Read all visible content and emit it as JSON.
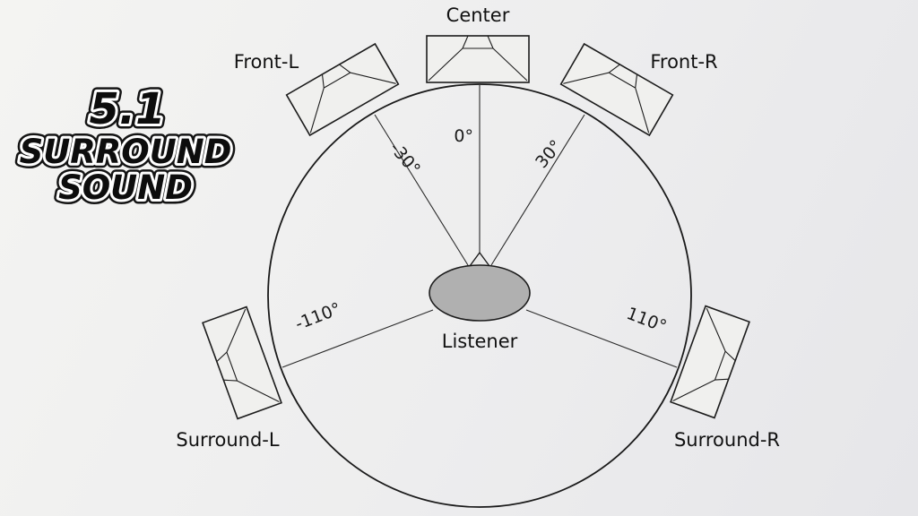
{
  "logo": {
    "line1": "5.1",
    "line2": "SURROUND",
    "line3": "SOUND"
  },
  "diagram": {
    "listener": {
      "label": "Listener"
    },
    "speakers": {
      "center": {
        "label": "Center",
        "angle": "0°"
      },
      "front_left": {
        "label": "Front-L",
        "angle": "-30°"
      },
      "front_right": {
        "label": "Front-R",
        "angle": "30°"
      },
      "surround_left": {
        "label": "Surround-L",
        "angle": "-110°"
      },
      "surround_right": {
        "label": "Surround-R",
        "angle": "110°"
      }
    },
    "colors": {
      "stroke": "#1c1c1c",
      "listener_fill": "#b0b0b0",
      "background": "#f0f0ee"
    }
  }
}
